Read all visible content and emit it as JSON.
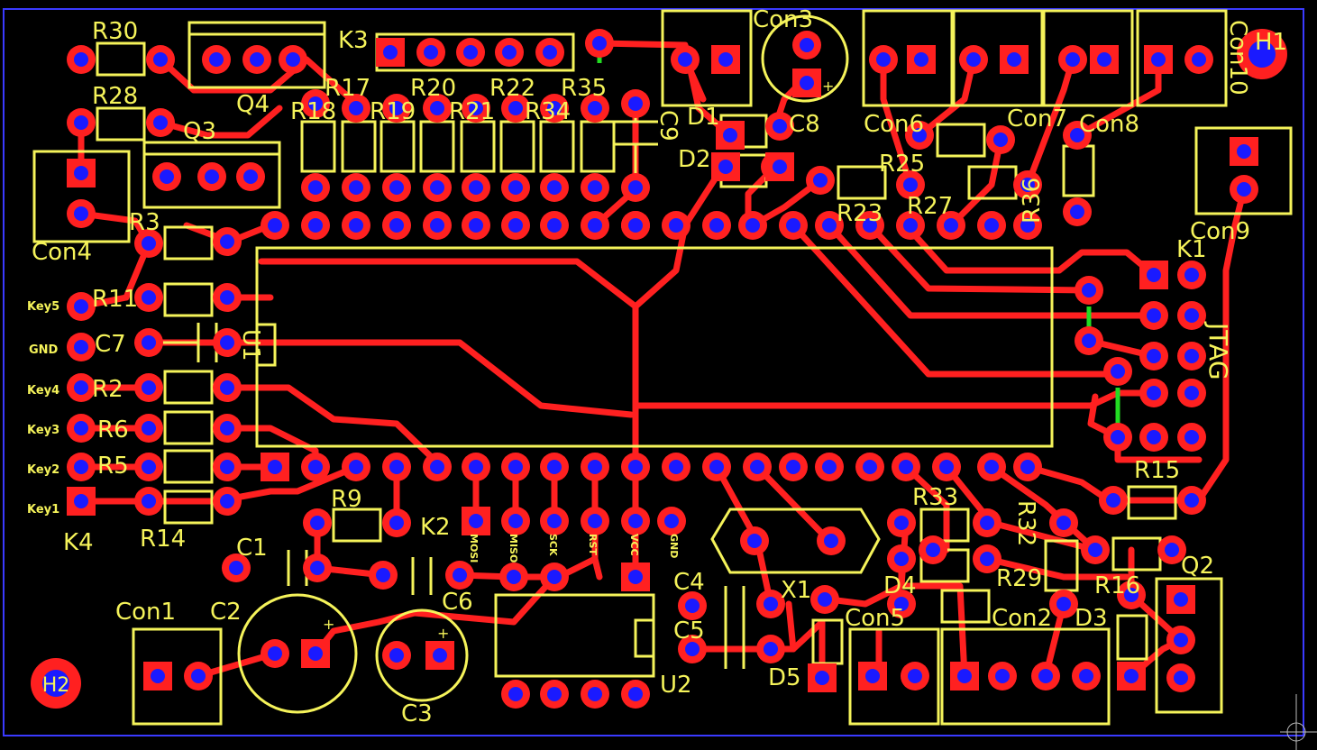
{
  "colors": {
    "background": "#000000",
    "copper": "#ff2020",
    "silkscreen": "#f5f35a",
    "drill": "#1a1aff",
    "via_link": "#22dd22",
    "board_outline": "#3a3aff"
  },
  "labels": {
    "R30": "R30",
    "K3": "K3",
    "Con3": "Con3",
    "Con10": "Con10",
    "H1": "H1",
    "R28": "R28",
    "Q4": "Q4",
    "R17": "R17",
    "R20": "R20",
    "R22": "R22",
    "R35": "R35",
    "R18": "R18",
    "R19": "R19",
    "R21": "R21",
    "R34": "R34",
    "C9": "C9",
    "D1": "D1",
    "C8": "C8",
    "Con6": "Con6",
    "Con7": "Con7",
    "Con8": "Con8",
    "Q3": "Q3",
    "D2": "D2",
    "R25": "R25",
    "R36": "R36",
    "R23": "R23",
    "R27": "R27",
    "Con9": "Con9",
    "R3": "R3",
    "Con4": "Con4",
    "K1": "K1",
    "R11": "R11",
    "C7": "C7",
    "U1": "U1",
    "JTAG": "JTAG",
    "R2": "R2",
    "R6": "R6",
    "R5": "R5",
    "R15": "R15",
    "R9": "R9",
    "R33": "R33",
    "R32": "R32",
    "K4": "K4",
    "R14": "R14",
    "K2": "K2",
    "C1": "C1",
    "C4": "C4",
    "X1": "X1",
    "D4": "D4",
    "R29": "R29",
    "R16": "R16",
    "Q2": "Q2",
    "C6": "C6",
    "Con1": "Con1",
    "C2": "C2",
    "Con5": "Con5",
    "Con2": "Con2",
    "D3": "D3",
    "C5": "C5",
    "D5": "D5",
    "H2": "H2",
    "U2": "U2",
    "C3": "C3"
  },
  "pin_labels": {
    "key5": "Key5",
    "gnd": "GND",
    "key4": "Key4",
    "key3": "Key3",
    "key2": "Key2",
    "key1": "Key1",
    "mosi": "MOSI",
    "miso": "MISO",
    "sck": "SCK",
    "rst": "RST",
    "vcc": "VCC",
    "gnd2": "GND"
  }
}
